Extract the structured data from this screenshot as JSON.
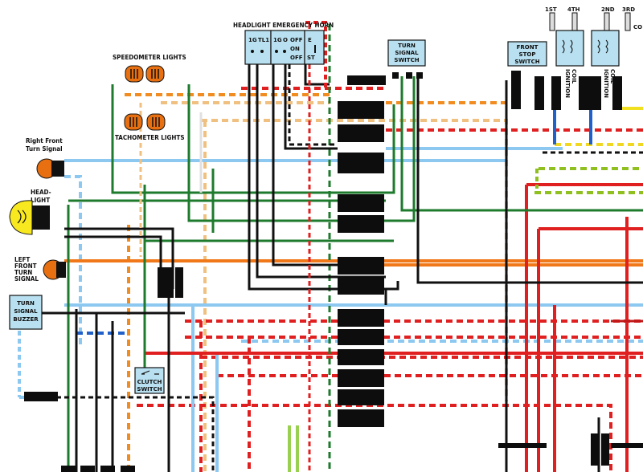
{
  "labels": {
    "speedometer_lights": "SPEEDOMETER LIGHTS",
    "tachometer_lights": "TACHOMETER LIGHTS",
    "right_front_turn_signal": [
      "Right Front",
      "Turn Signal"
    ],
    "headlight": [
      "HEAD-",
      "LIGHT"
    ],
    "left_front_turn_signal": [
      "LEFT",
      "FRONT",
      "TURN",
      "SIGNAL"
    ],
    "turn_signal_buzzer": [
      "TURN",
      "SIGNAL",
      "BUZZER"
    ],
    "headlight_emergency_horn": "HEADLIGHT EMERGENCY HORN",
    "headlight_switch_positions": [
      "1G",
      "TL1",
      "1G",
      "O",
      "OFF",
      "ON",
      "OFF"
    ],
    "horn_positions": [
      "E",
      "ST"
    ],
    "turn_signal_switch": [
      "TURN",
      "SIGNAL",
      "SWITCH"
    ],
    "front_stop_switch": [
      "FRONT",
      "STOP",
      "SWITCH"
    ],
    "clutch_switch": [
      "CLUTCH",
      "SWITCH"
    ],
    "ignition_coil_1": [
      "IGNITION",
      "COIL"
    ],
    "ignition_coil_2": [
      "IGNITION",
      "COIL"
    ],
    "spark_plug_numbers": [
      "1ST",
      "4TH",
      "2ND",
      "3RD"
    ],
    "top_right_fragment": [
      "CO"
    ]
  },
  "colors": {
    "black": "#111111",
    "orange": "#f07818",
    "red": "#e02020",
    "green": "#1e7a2c",
    "light_blue": "#8cc8f0",
    "blue": "#2060c8",
    "yellow": "#f0d820",
    "tan": "#f0c080",
    "brown": "#8a4a1a",
    "white": "#ffffff",
    "component_fill": "#b8e0f0",
    "bulb": "#e87010"
  }
}
